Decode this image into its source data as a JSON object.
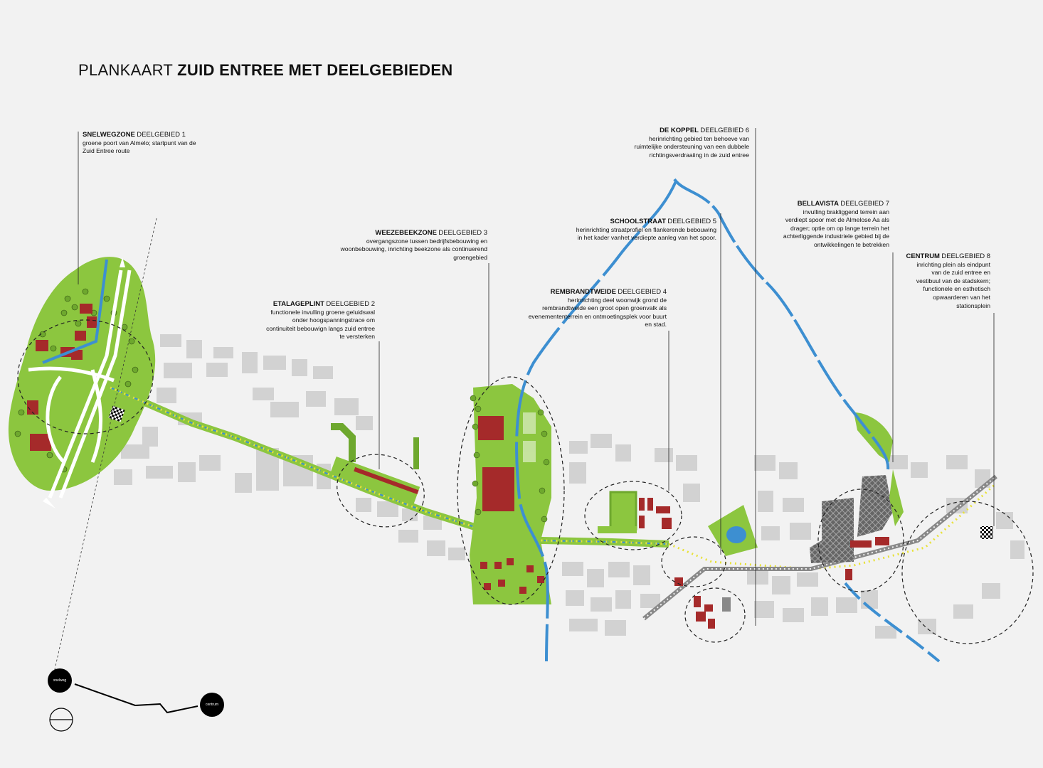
{
  "title": {
    "prefix": "PLANKAART",
    "emphasis": "ZUID ENTREE MET DEELGEBIEDEN"
  },
  "areas": [
    {
      "name": "SNELWEGZONE",
      "sub": "DEELGEBIED 1",
      "desc": "groene poort   van Almelo; startpunt van de\nZuid Entree route"
    },
    {
      "name": "ETALAGEPLINT",
      "sub": "DEELGEBIED 2",
      "desc": "functionele invulling groene geluidswal\nonder hoogspanningstrace om\ncontinuiteit bebouwign langs zuid entree\nte versterken"
    },
    {
      "name": "WEEZEBEEKZONE",
      "sub": "DEELGEBIED 3",
      "desc": "overgangszone tussen bedrijfsbebouwing en\nwoonbebouwing, inrichting beekzone als continuerend\ngroengebied"
    },
    {
      "name": "REMBRANDTWEIDE",
      "sub": "DEELGEBIED 4",
      "desc": "herinrichting  deel woonwijk  grond de\nrembrandtweide  een groot open groenvalk als\nevenemententerrein en ontmoetingsplek voor buurt\nen stad."
    },
    {
      "name": "SCHOOLSTRAAT",
      "sub": "DEELGEBIED 5",
      "desc": "herinrichting  straatprofiel en flankerende bebouwing\nin het kader vanhet verdiepte aanleg van het spoor."
    },
    {
      "name": "DE KOPPEL",
      "sub": "DEELGEBIED 6",
      "desc": "herinrichting gebied ten behoeve van\nruimtelijke ondersteuning van een dubbele\nrichtingsverdraaiing in de zuid entree"
    },
    {
      "name": "BELLAVISTA",
      "sub": "DEELGEBIED 7",
      "desc": "invulling brakliggend terrein aan\nverdiept spoor met de Almelose Aa als\ndrager;  optie om op lange terrein het\nachterliggende industriele gebied bij de\nontwikkelingen te betrekken"
    },
    {
      "name": "CENTRUM",
      "sub": "DEELGEBIED 8",
      "desc": "inrichting plein als eindpunt\nvan de zuid entree en\nvestibuul van de stadskern;\nfunctionele en esthetisch\nopwaarderen van het\nstationsplein"
    }
  ],
  "legend": {
    "start_label": "snelweg",
    "end_label": "centrum"
  },
  "colors": {
    "green": "#8cc63f",
    "darkgreen": "#6ea82e",
    "red": "#a52a2a",
    "water": "#3d8fd1",
    "building": "#cfcfcf",
    "tree": "#e8e23a"
  }
}
